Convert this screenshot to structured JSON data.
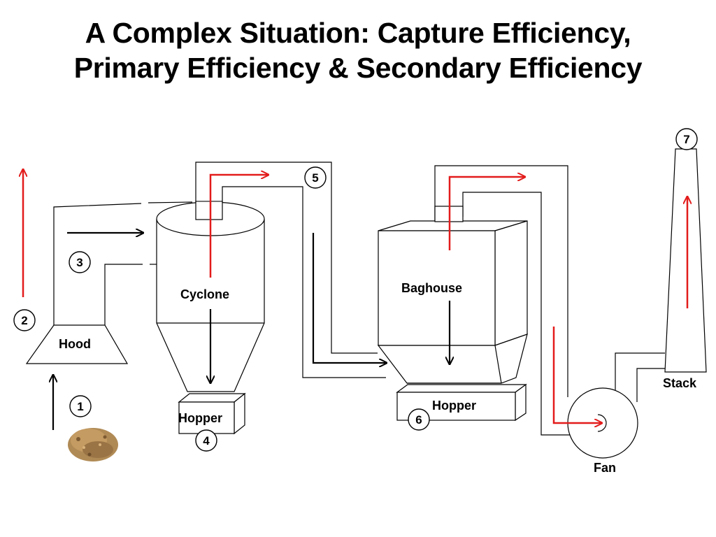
{
  "title": {
    "line1": "A Complex Situation: Capture Efficiency,",
    "line2": "Primary Efficiency & Secondary Efficiency"
  },
  "labels": {
    "hood": "Hood",
    "cyclone": "Cyclone",
    "cyclone_hopper": "Hopper",
    "baghouse": "Baghouse",
    "baghouse_hopper": "Hopper",
    "fan": "Fan",
    "stack": "Stack"
  },
  "points": [
    "1",
    "2",
    "3",
    "4",
    "5",
    "6",
    "7"
  ],
  "colors": {
    "emission_arrow": "#e31b1b",
    "flow_arrow": "#000000",
    "dust": "#b08a55"
  }
}
